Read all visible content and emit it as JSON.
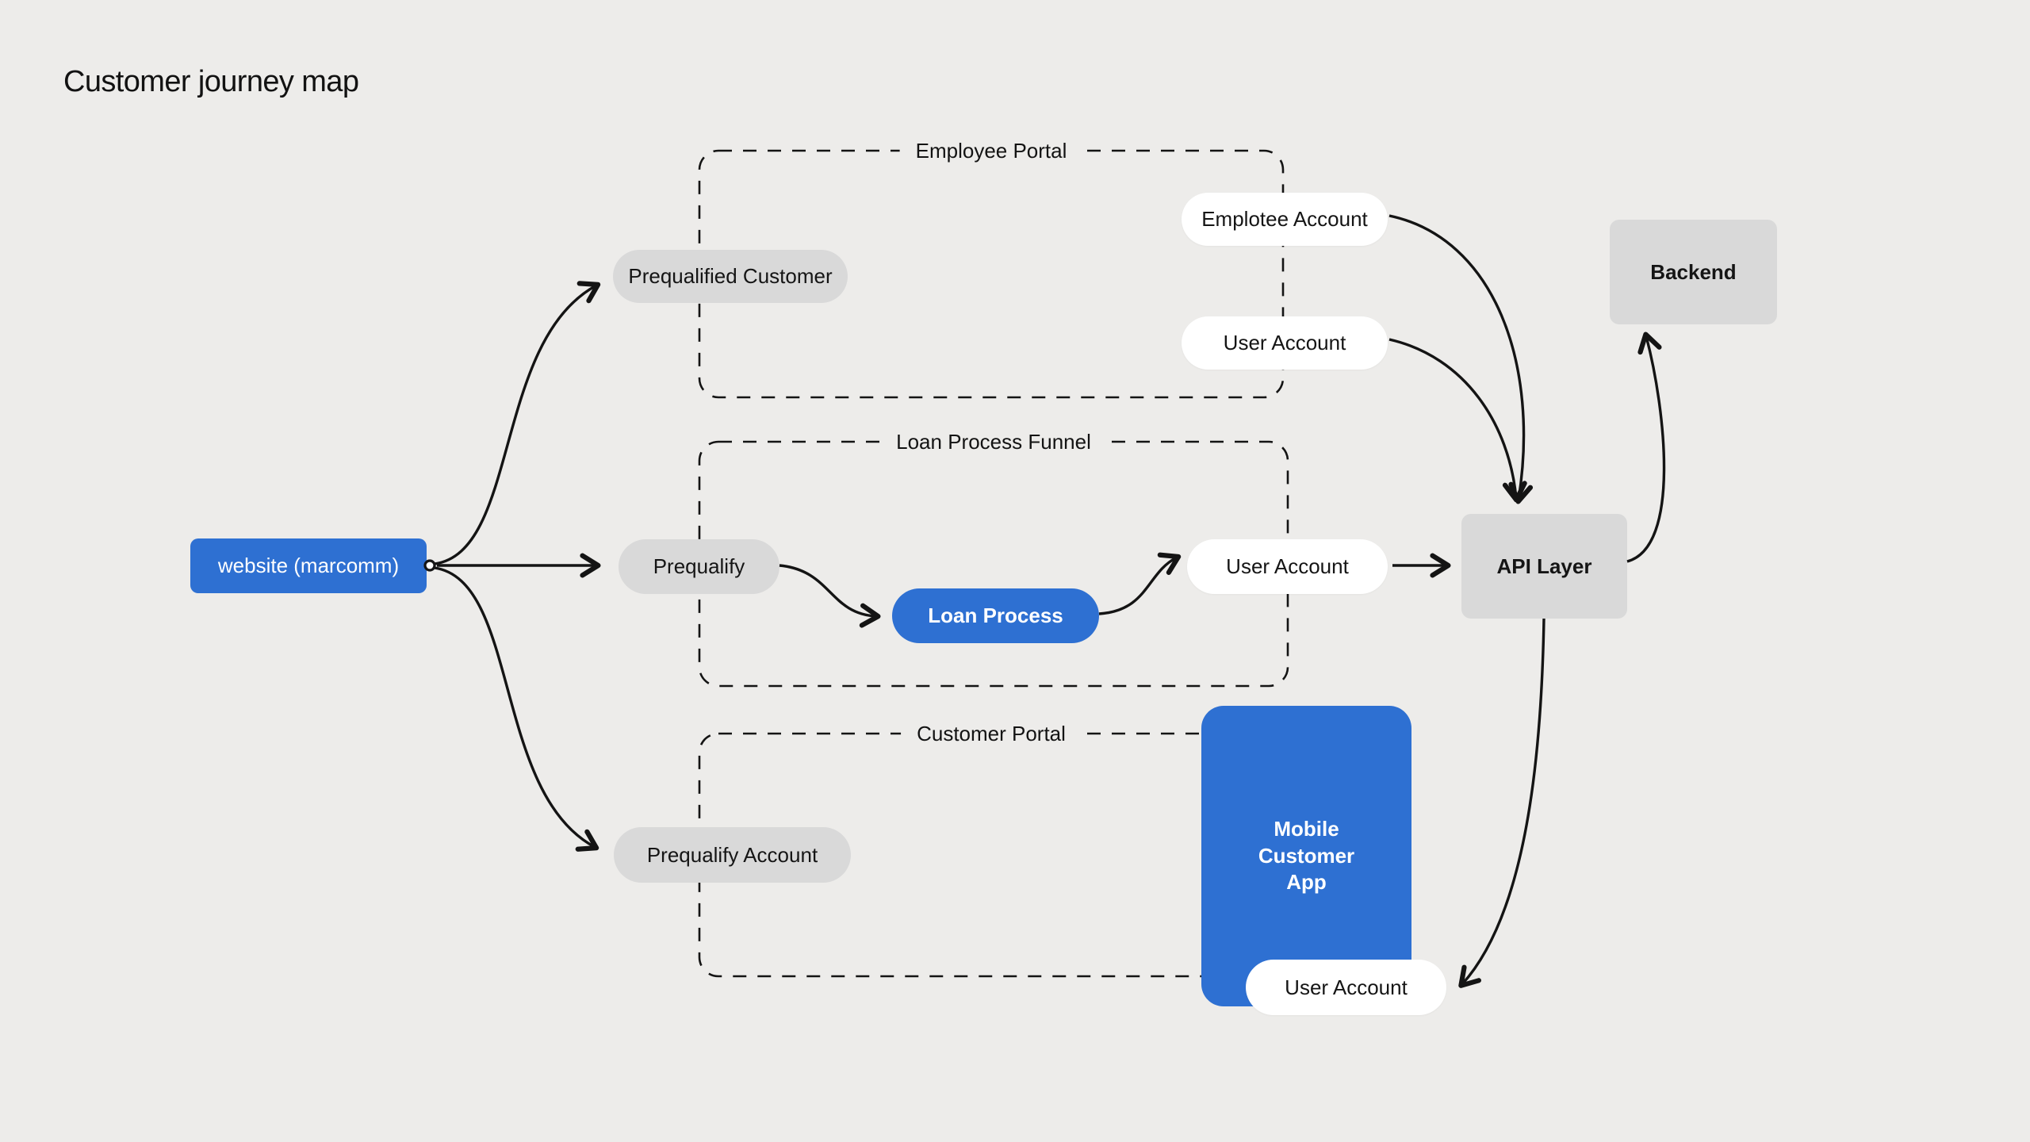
{
  "title": "Customer journey map",
  "colors": {
    "background": "#edecea",
    "accent_blue": "#2e70d2",
    "box_gray": "#d9d9d9",
    "pill_white": "#ffffff",
    "text_dark": "#151515",
    "line_black": "#141414"
  },
  "groups": {
    "employee_portal": "Employee Portal",
    "loan_process_funnel": "Loan Process Funnel",
    "customer_portal": "Customer Portal"
  },
  "nodes": {
    "website": "website (marcomm)",
    "prequalified_customer": "Prequalified Customer",
    "emplotee_account": "Emplotee Account",
    "user_account_employee": "User Account",
    "backend": "Backend",
    "prequalify": "Prequalify",
    "loan_process": "Loan Process",
    "user_account_funnel": "User Account",
    "api_layer": "API Layer",
    "prequalify_account": "Prequalify Account",
    "mobile_customer_app": "Mobile Customer App",
    "user_account_mobile": "User Account"
  }
}
